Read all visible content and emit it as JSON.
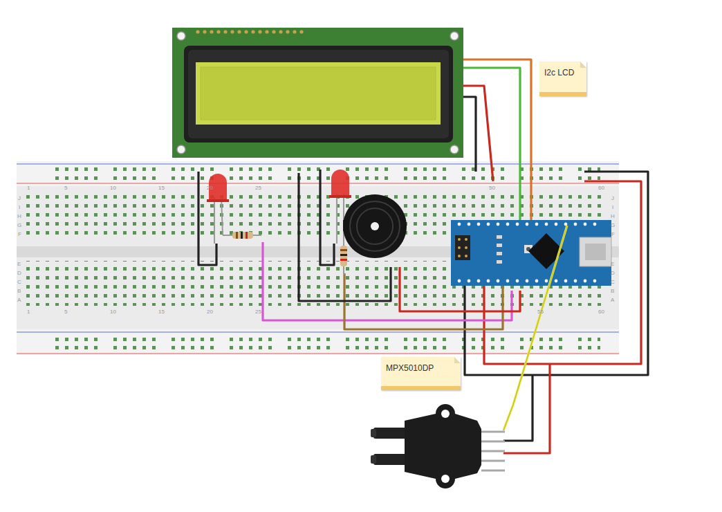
{
  "diagram": {
    "nodes": [
      {
        "text": [
          "I2c LCD"
        ]
      },
      {
        "text": [
          "MPX5010DP"
        ]
      }
    ],
    "labels": [
      "1",
      "5",
      "10",
      "15",
      "20",
      "25",
      "50",
      "60",
      "1",
      "5",
      "10",
      "15",
      "20",
      "25",
      "55",
      "60",
      "J",
      "I",
      "H",
      "G",
      "F",
      "E",
      "D",
      "C",
      "B",
      "A",
      "J",
      "I",
      "H",
      "G",
      "F",
      "E",
      "D",
      "C",
      "B",
      "A"
    ]
  }
}
